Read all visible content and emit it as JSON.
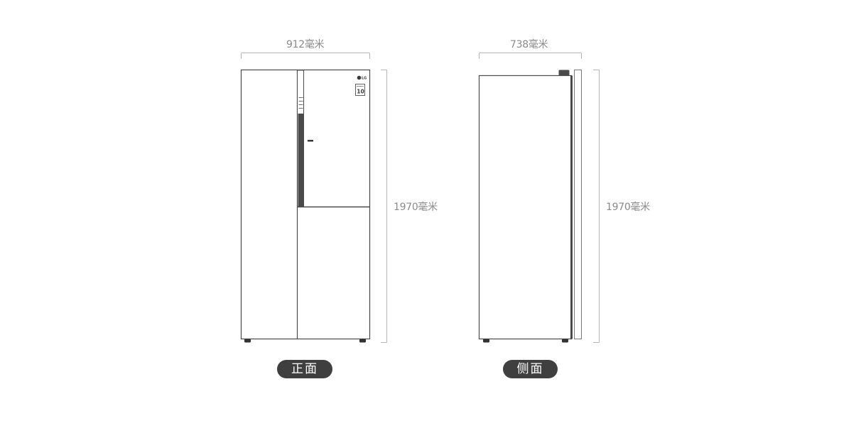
{
  "front": {
    "width_label": "912毫米",
    "height_label": "1970毫米",
    "caption": "正面",
    "brand": "LG",
    "badge_text": "10"
  },
  "side": {
    "width_label": "738毫米",
    "height_label": "1970毫米",
    "caption": "侧面"
  }
}
